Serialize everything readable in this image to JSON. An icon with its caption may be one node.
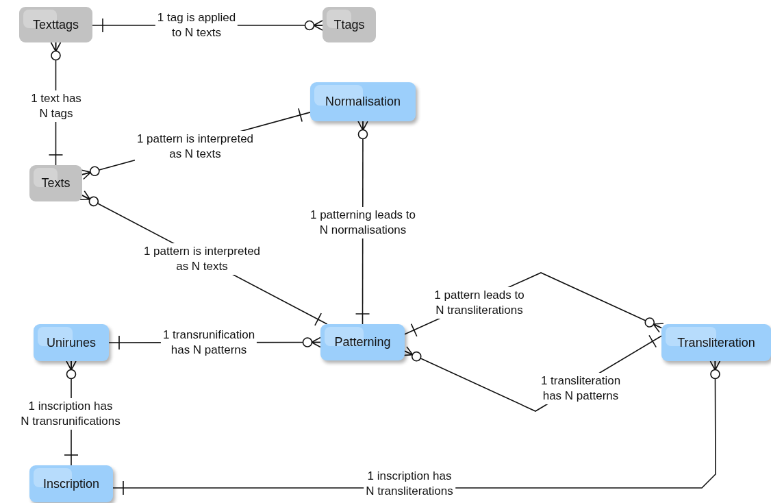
{
  "diagram": {
    "nodes": [
      {
        "text": [
          "Texttags"
        ]
      },
      {
        "text": [
          "Ttags"
        ]
      },
      {
        "text": [
          "Normalisation"
        ]
      },
      {
        "text": [
          "Texts"
        ]
      },
      {
        "text": [
          "Unirunes"
        ]
      },
      {
        "text": [
          "Patterning"
        ]
      },
      {
        "text": [
          "Transliteration"
        ]
      },
      {
        "text": [
          "Inscription"
        ]
      }
    ],
    "edges": [
      {
        "from": 0,
        "to": 1,
        "arrow": "other",
        "label": "1 tag is applied to N texts"
      },
      {
        "from": 3,
        "to": 0,
        "arrow": "other",
        "label": "1 text has N tags"
      },
      {
        "from": 2,
        "to": 3,
        "arrow": "other",
        "label": "1 pattern is interpreted as N texts"
      },
      {
        "from": 5,
        "to": 3,
        "arrow": "other",
        "label": "1 pattern is interpreted as N texts"
      },
      {
        "from": 5,
        "to": 2,
        "arrow": "other",
        "label": "1 patterning leads to N normalisations"
      },
      {
        "from": 4,
        "to": 5,
        "arrow": "other",
        "label": "1 transrunification has N patterns"
      },
      {
        "from": 7,
        "to": 4,
        "arrow": "other",
        "label": "1 inscription has N transrunifications"
      },
      {
        "from": 5,
        "to": 6,
        "arrow": "other",
        "label": "1 pattern leads to N transliterations"
      },
      {
        "from": 6,
        "to": 5,
        "arrow": "other",
        "label": "1 transliteration has N patterns"
      },
      {
        "from": 7,
        "to": 6,
        "arrow": "other",
        "label": "1 inscription has N transliterations"
      }
    ]
  }
}
